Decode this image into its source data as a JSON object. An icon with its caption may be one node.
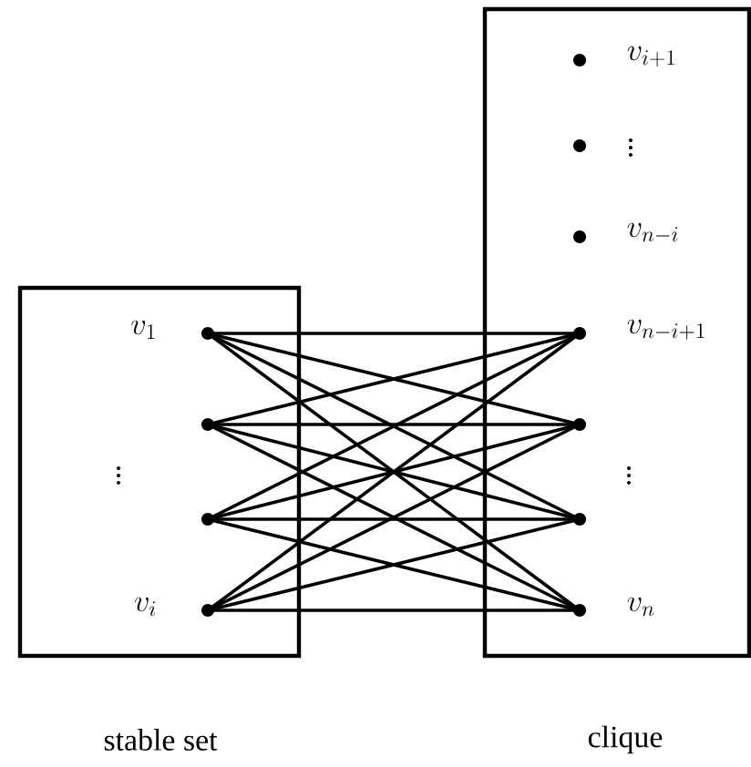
{
  "diagram": {
    "nodes": [
      {
        "text": [
          "stable set"
        ]
      },
      {
        "text": [
          "clique"
        ]
      },
      {
        "text": [],
        "shape": "circle",
        "in": 0,
        "beside": [
          "v_1"
        ]
      },
      {
        "text": [],
        "shape": "circle",
        "in": 0
      },
      {
        "text": [],
        "shape": "circle",
        "in": 0
      },
      {
        "text": [],
        "shape": "circle",
        "in": 0,
        "beside": [
          "v_i"
        ]
      },
      {
        "text": [],
        "shape": "circle",
        "in": 1,
        "beside": [
          "v_{i+1}"
        ]
      },
      {
        "text": [],
        "shape": "circle",
        "in": 1,
        "beside": [
          "\\vdots"
        ]
      },
      {
        "text": [],
        "shape": "circle",
        "in": 1,
        "beside": [
          "v_{n-i}"
        ]
      },
      {
        "text": [],
        "shape": "circle",
        "in": 1,
        "beside": [
          "v_{n-i+1}"
        ]
      },
      {
        "text": [],
        "shape": "circle",
        "in": 1
      },
      {
        "text": [],
        "shape": "circle",
        "in": 1
      },
      {
        "text": [],
        "shape": "circle",
        "in": 1,
        "beside": [
          "v_n"
        ]
      }
    ],
    "edges": [
      {
        "from": 2,
        "to": 9,
        "arrow": "none"
      },
      {
        "from": 2,
        "to": 10,
        "arrow": "none"
      },
      {
        "from": 2,
        "to": 11,
        "arrow": "none"
      },
      {
        "from": 2,
        "to": 12,
        "arrow": "none"
      },
      {
        "from": 3,
        "to": 9,
        "arrow": "none"
      },
      {
        "from": 3,
        "to": 10,
        "arrow": "none"
      },
      {
        "from": 3,
        "to": 11,
        "arrow": "none"
      },
      {
        "from": 3,
        "to": 12,
        "arrow": "none"
      },
      {
        "from": 4,
        "to": 9,
        "arrow": "none"
      },
      {
        "from": 4,
        "to": 10,
        "arrow": "none"
      },
      {
        "from": 4,
        "to": 11,
        "arrow": "none"
      },
      {
        "from": 4,
        "to": 12,
        "arrow": "none"
      },
      {
        "from": 5,
        "to": 9,
        "arrow": "none"
      },
      {
        "from": 5,
        "to": 10,
        "arrow": "none"
      },
      {
        "from": 5,
        "to": 11,
        "arrow": "none"
      },
      {
        "from": 5,
        "to": 12,
        "arrow": "none"
      }
    ],
    "labels": [
      "\\vdots",
      "\\vdots"
    ]
  }
}
